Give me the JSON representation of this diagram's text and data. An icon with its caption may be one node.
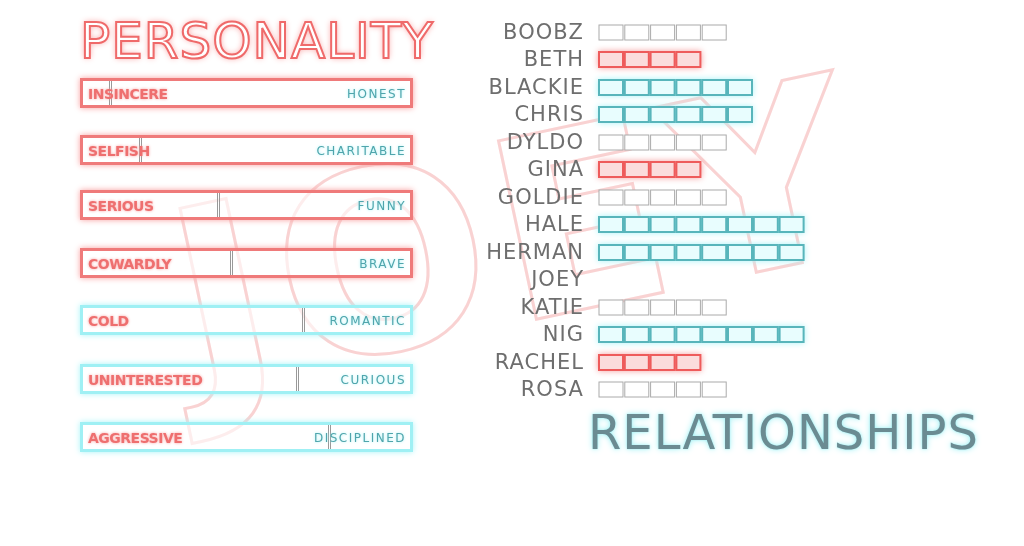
{
  "diagram": {
    "nodes": [
      {
        "text": [
          "INSINCERE",
          "HONEST"
        ]
      },
      {
        "text": [
          "SELFISH",
          "CHARITABLE"
        ]
      },
      {
        "text": [
          "SERIOUS",
          "FUNNY"
        ]
      },
      {
        "text": [
          "COWARDLY",
          "BRAVE"
        ]
      },
      {
        "text": [
          "COLD",
          "ROMANTIC"
        ]
      },
      {
        "text": [
          "UNINTERESTED",
          "CURIOUS"
        ]
      },
      {
        "text": [
          "AGGRESSIVE",
          "DISCIPLINED"
        ]
      }
    ],
    "labels": [
      "PERSONALITY",
      "BOOBZ",
      "BETH",
      "BLACKIE",
      "CHRIS",
      "DYLDO",
      "GINA",
      "GOLDIE",
      "HALE",
      "HERMAN",
      "JOEY",
      "KATIE",
      "NIG",
      "RACHEL",
      "ROSA",
      "RELATIONSHIPS",
      "JOEY"
    ]
  }
}
